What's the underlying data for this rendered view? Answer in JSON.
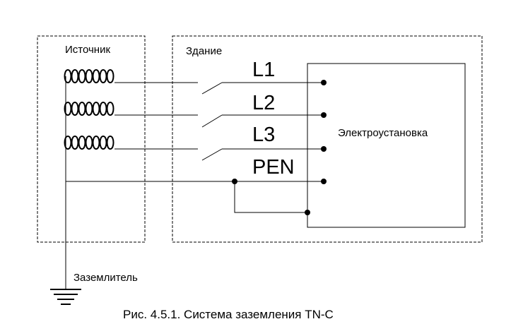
{
  "diagram": {
    "source_label": "Источник",
    "building_label": "Здание",
    "installation_label": "Электроустановка",
    "earth_label": "Заземлитель",
    "conductors": [
      "L1",
      "L2",
      "L3",
      "PEN"
    ],
    "caption": "Рис. 4.5.1. Система заземления TN-C"
  }
}
